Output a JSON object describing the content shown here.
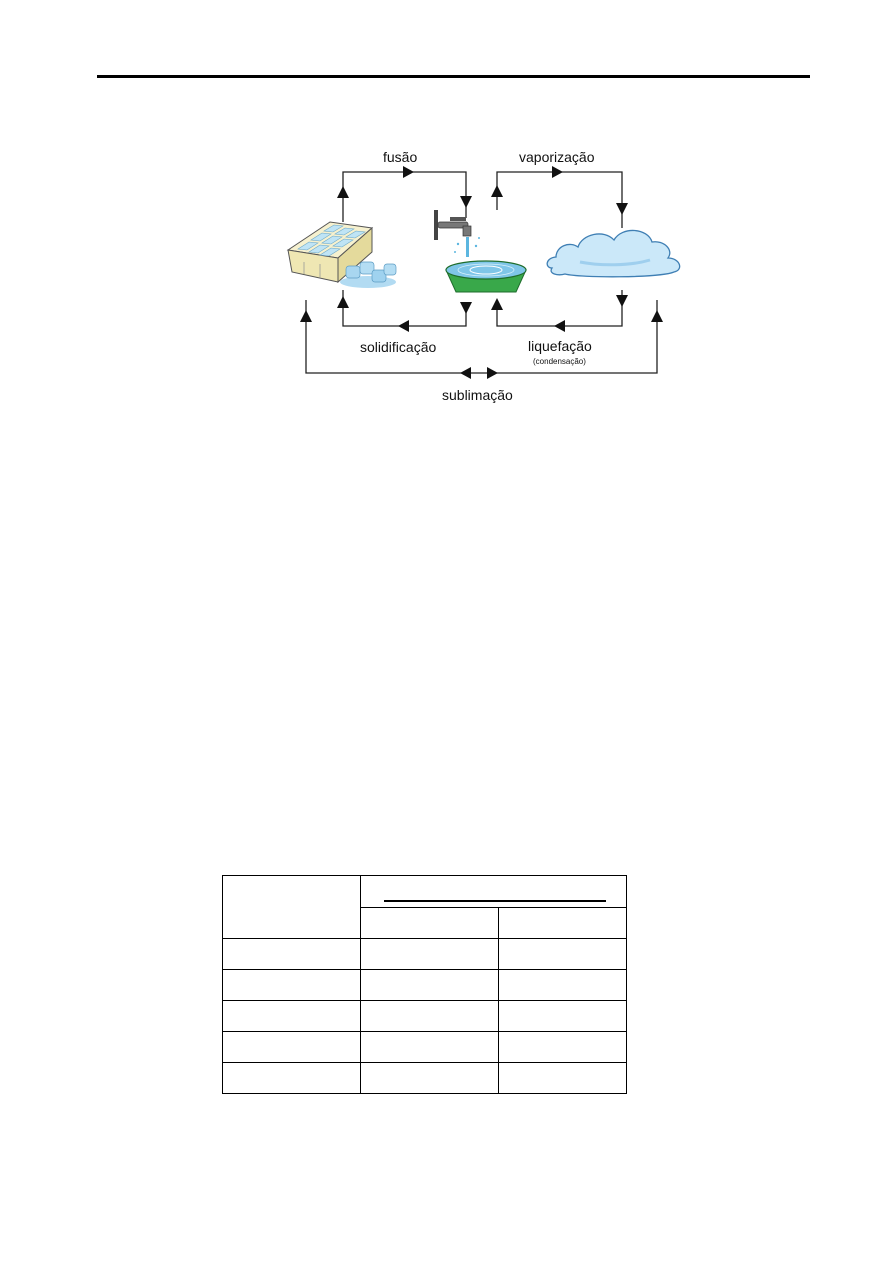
{
  "diagram": {
    "labels": {
      "fusion": "fusão",
      "vaporization": "vaporização",
      "solidification": "solidificação",
      "liquefaction": "liquefação",
      "condensation": "(condensação)",
      "sublimation": "sublimação"
    },
    "colors": {
      "line": "#222222",
      "ice_tray": "#f4efc8",
      "ice_cubes": "#9fd2ef",
      "basin": "#39a84a",
      "water": "#7fc6e8",
      "cloud": "#bfe2f7",
      "cloud_edge": "#3f7fb4"
    },
    "icons": [
      "ice-tray-icon",
      "faucet-icon",
      "basin-icon",
      "cloud-icon"
    ]
  },
  "table": {
    "rows": 7,
    "columns": 3,
    "cells_empty": true
  }
}
